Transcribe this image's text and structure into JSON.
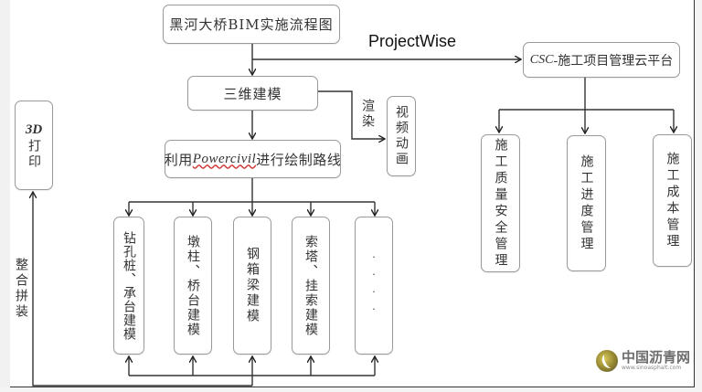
{
  "diagram": {
    "title": "黑河大桥BIM实施流程图",
    "connector_label_top": "ProjectWise",
    "platform": {
      "prefix": "CSC",
      "suffix": "-施工项目管理云平台"
    },
    "modeling": "三维建模",
    "render_label": "渲染",
    "video": "视频动画",
    "route": {
      "prefix": "利用",
      "software": "Powercivil",
      "suffix": "进行绘制路线"
    },
    "print": {
      "prefix": "3D",
      "suffix": "打印"
    },
    "assembly_label": "整合拼装",
    "components": [
      "钻孔桩、承台建模",
      "墩柱、桥台建模",
      "钢箱梁建模",
      "索塔、挂索建模",
      "····"
    ],
    "management": [
      "施工质量安全管理",
      "施工进度管理",
      "施工成本管理"
    ]
  },
  "watermark": {
    "name": "中国沥青网",
    "url": "www.sinoasphalt.com"
  }
}
